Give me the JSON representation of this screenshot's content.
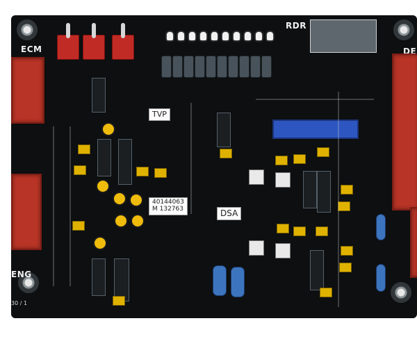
{
  "board": {
    "labels": {
      "ecm": "ECM",
      "rdr": "RDR",
      "eng": "ENG",
      "tvp": "TVP",
      "dsa": "DSA",
      "code_left_bottom": "30 / 1",
      "top_right": "DE"
    },
    "stickers": {
      "part_number": "40144063",
      "serial": "M 132763"
    },
    "icons": {
      "toggle": "toggle-switch-icon",
      "connector": "connector-icon",
      "chip": "chip-icon",
      "led": "led-icon"
    }
  }
}
